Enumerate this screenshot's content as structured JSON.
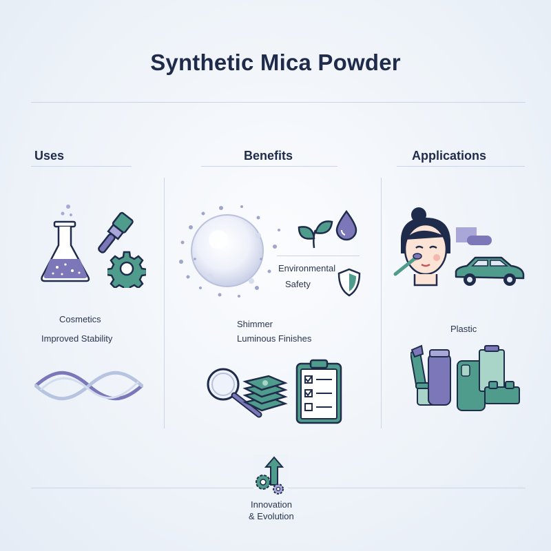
{
  "title": "Synthetic Mica Powder",
  "columns": {
    "uses": {
      "heading": "Uses",
      "items": [
        "Cosmetics",
        "Improved Stability"
      ]
    },
    "benefits": {
      "heading": "Benefits",
      "items": [
        "Environmental",
        "Safety",
        "Shimmer",
        "Luminous Finishes"
      ]
    },
    "applications": {
      "heading": "Applications",
      "items": [
        "Plastic"
      ]
    }
  },
  "footer": {
    "line1": "Innovation",
    "line2": "& Evolution"
  },
  "colors": {
    "navy": "#1f2b4a",
    "teal": "#4f9c8c",
    "purple": "#7b77b8",
    "lavender": "#a9a6d8"
  }
}
